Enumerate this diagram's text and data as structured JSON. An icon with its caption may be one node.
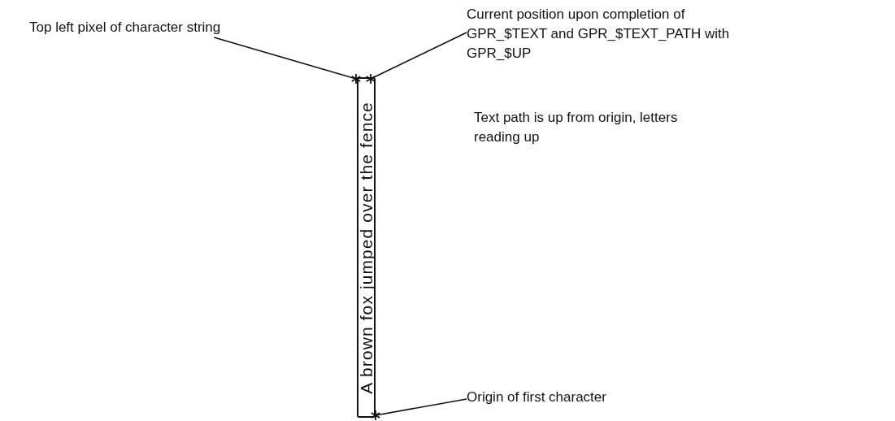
{
  "diagram": {
    "nodes": [
      {
        "text": [
          "Top left pixel of character string"
        ]
      },
      {
        "text": [
          "Current position upon completion of GPR_$TEXT and GPR_$TEXT_PATH with GPR_$UP"
        ]
      },
      {
        "text": [
          "Origin of first character"
        ]
      },
      {
        "text": [
          "A brown fox jumped over the fence"
        ]
      },
      {
        "text": [],
        "shape": "star"
      },
      {
        "text": [],
        "shape": "star"
      },
      {
        "text": [],
        "shape": "star"
      }
    ],
    "edges": [
      {
        "from": 0,
        "to": 4,
        "arrow": "none"
      },
      {
        "from": 1,
        "to": 5,
        "arrow": "none"
      },
      {
        "from": 2,
        "to": 6,
        "arrow": "none"
      }
    ],
    "labels": [
      "Text path is up from origin, letters reading up"
    ]
  }
}
